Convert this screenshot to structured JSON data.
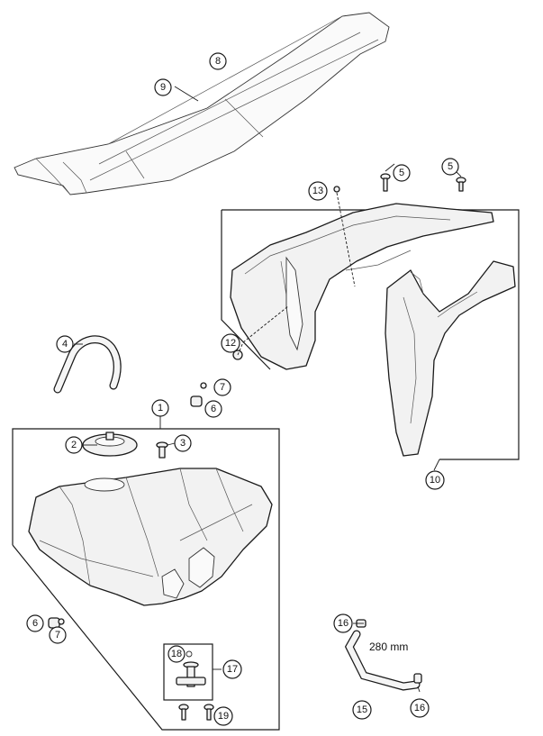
{
  "callouts": {
    "c1": "1",
    "c2": "2",
    "c3": "3",
    "c4": "4",
    "c5a": "5",
    "c5b": "5",
    "c6a": "6",
    "c6b": "6",
    "c7a": "7",
    "c7b": "7",
    "c8": "8",
    "c9": "9",
    "c10": "10",
    "c12": "12",
    "c13": "13",
    "c15": "15",
    "c16a": "16",
    "c16b": "16",
    "c17": "17",
    "c18": "18",
    "c19": "19"
  },
  "dimension": {
    "hose_length": "280 mm"
  }
}
